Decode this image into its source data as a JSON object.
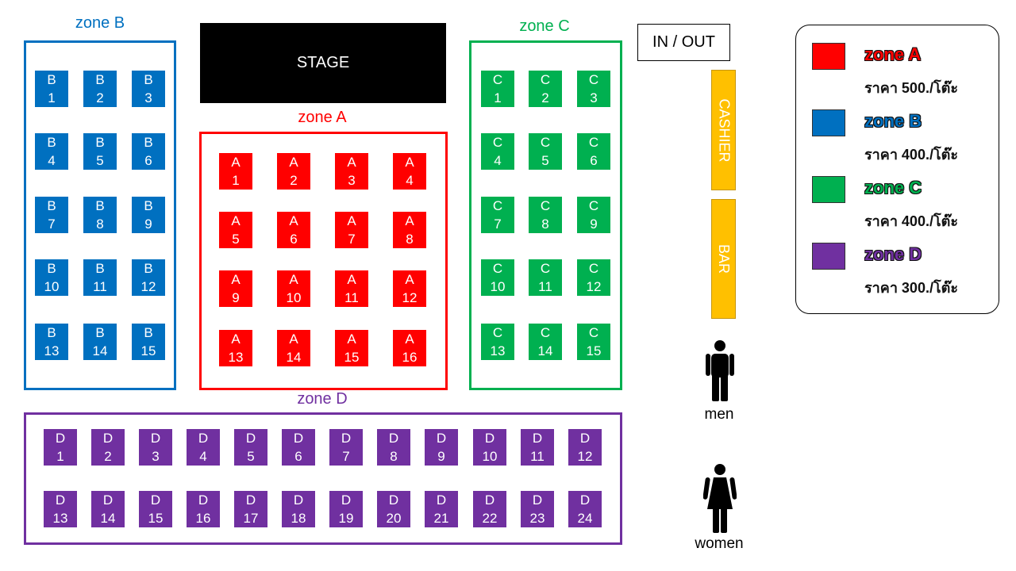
{
  "stage_label": "STAGE",
  "entrance_label": "IN / OUT",
  "cashier_label": "CASHIER",
  "bar_label": "BAR",
  "men_label": "men",
  "women_label": "women",
  "zones": {
    "A": {
      "title": "zone A",
      "color": "#ff0000"
    },
    "B": {
      "title": "zone B",
      "color": "#0070c0"
    },
    "C": {
      "title": "zone C",
      "color": "#00b050"
    },
    "D": {
      "title": "zone D",
      "color": "#7030a0"
    }
  },
  "legend": [
    {
      "zone": "zone A",
      "price": "ราคา 500./โต๊ะ",
      "color": "#ff0000",
      "text_color": "#ff0000"
    },
    {
      "zone": "zone B",
      "price": "ราคา 400./โต๊ะ",
      "color": "#0070c0",
      "text_color": "#0070c0"
    },
    {
      "zone": "zone C",
      "price": "ราคา 400./โต๊ะ",
      "color": "#00b050",
      "text_color": "#00b050"
    },
    {
      "zone": "zone D",
      "price": "ราคา 300./โต๊ะ",
      "color": "#7030a0",
      "text_color": "#7030a0"
    }
  ],
  "tables": {
    "A": [
      "1",
      "2",
      "3",
      "4",
      "5",
      "6",
      "7",
      "8",
      "9",
      "10",
      "11",
      "12",
      "13",
      "14",
      "15",
      "16"
    ],
    "B": [
      "1",
      "2",
      "3",
      "4",
      "5",
      "6",
      "7",
      "8",
      "9",
      "10",
      "11",
      "12",
      "13",
      "14",
      "15"
    ],
    "C": [
      "1",
      "2",
      "3",
      "4",
      "5",
      "6",
      "7",
      "8",
      "9",
      "10",
      "11",
      "12",
      "13",
      "14",
      "15"
    ],
    "D": [
      "1",
      "2",
      "3",
      "4",
      "5",
      "6",
      "7",
      "8",
      "9",
      "10",
      "11",
      "12",
      "13",
      "14",
      "15",
      "16",
      "17",
      "18",
      "19",
      "20",
      "21",
      "22",
      "23",
      "24"
    ]
  }
}
